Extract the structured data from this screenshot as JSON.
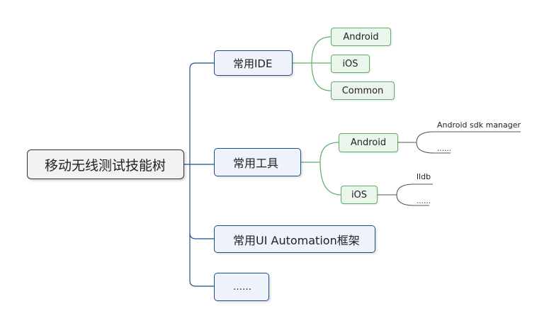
{
  "root": {
    "label": "移动无线测试技能树"
  },
  "branches": [
    {
      "label": "常用IDE",
      "children": [
        {
          "label": "Android"
        },
        {
          "label": "iOS"
        },
        {
          "label": "Common"
        }
      ]
    },
    {
      "label": "常用工具",
      "children": [
        {
          "label": "Android",
          "children": [
            {
              "label": "Android sdk manager"
            },
            {
              "label": "……"
            }
          ]
        },
        {
          "label": "iOS",
          "children": [
            {
              "label": "lldb"
            },
            {
              "label": "……"
            }
          ]
        }
      ]
    },
    {
      "label": "常用UI Automation框架"
    },
    {
      "label": "……"
    }
  ],
  "colors": {
    "level1_border": "#1f4e8c",
    "level1_fill": "#eef3fb",
    "level2_border": "#5fae6a",
    "level2_fill": "#eaf6ec",
    "root_fill": "#f2f2f2",
    "connector_blue": "#1f4e8c",
    "connector_green": "#5fae6a",
    "connector_gray": "#555555"
  }
}
